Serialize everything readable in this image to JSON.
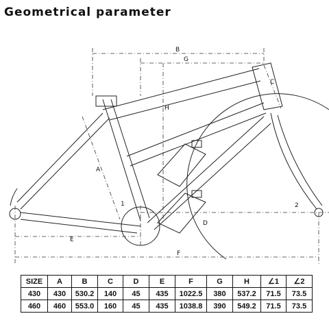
{
  "title": "Geometrical parameter",
  "labels": {
    "A": "A",
    "B": "B",
    "C": "C",
    "D": "D",
    "E": "E",
    "F": "F",
    "G": "G",
    "H": "H",
    "angle1": "1",
    "angle2": "2"
  },
  "table": {
    "headers": [
      "SIZE",
      "A",
      "B",
      "C",
      "D",
      "E",
      "F",
      "G",
      "H",
      "∠1",
      "∠2"
    ],
    "rows": [
      [
        "430",
        "430",
        "530.2",
        "140",
        "45",
        "435",
        "1022.5",
        "380",
        "537.2",
        "71.5",
        "73.5"
      ],
      [
        "460",
        "460",
        "553.0",
        "160",
        "45",
        "435",
        "1038.8",
        "390",
        "549.2",
        "71.5",
        "73.5"
      ]
    ]
  }
}
